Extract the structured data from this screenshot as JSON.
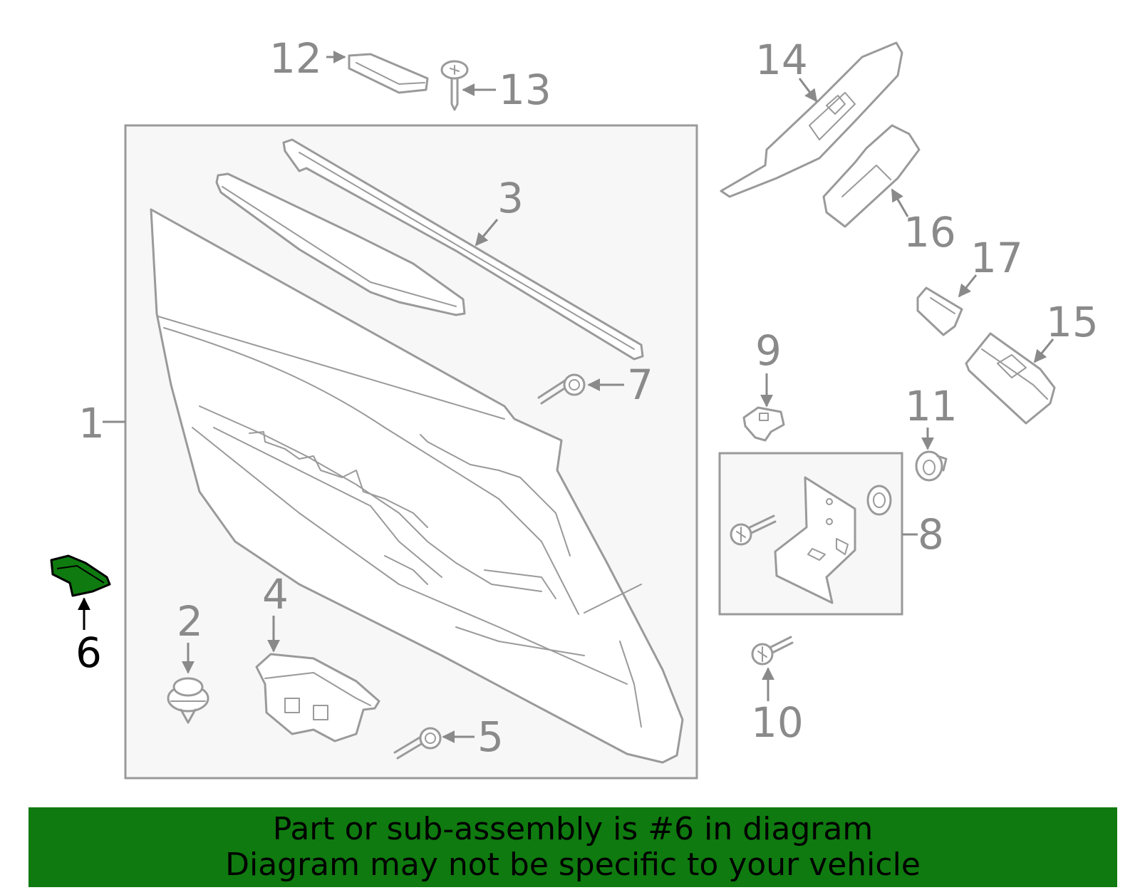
{
  "colors": {
    "line": "#9a9a9a",
    "highlight_fill": "#0f7a0f",
    "banner_bg": "#0f7a0f",
    "panel_bg": "#f7f7f7",
    "label": "#8a8a8a",
    "highlight_label": "#000000"
  },
  "callouts": {
    "c1": "1",
    "c2": "2",
    "c3": "3",
    "c4": "4",
    "c5": "5",
    "c6": "6",
    "c7": "7",
    "c8": "8",
    "c9": "9",
    "c10": "10",
    "c11": "11",
    "c12": "12",
    "c13": "13",
    "c14": "14",
    "c15": "15",
    "c16": "16",
    "c17": "17"
  },
  "highlighted_part": "6",
  "banner": {
    "line1": "Part or sub-assembly is #6 in diagram",
    "line2": "Diagram may not be specific to your vehicle"
  }
}
